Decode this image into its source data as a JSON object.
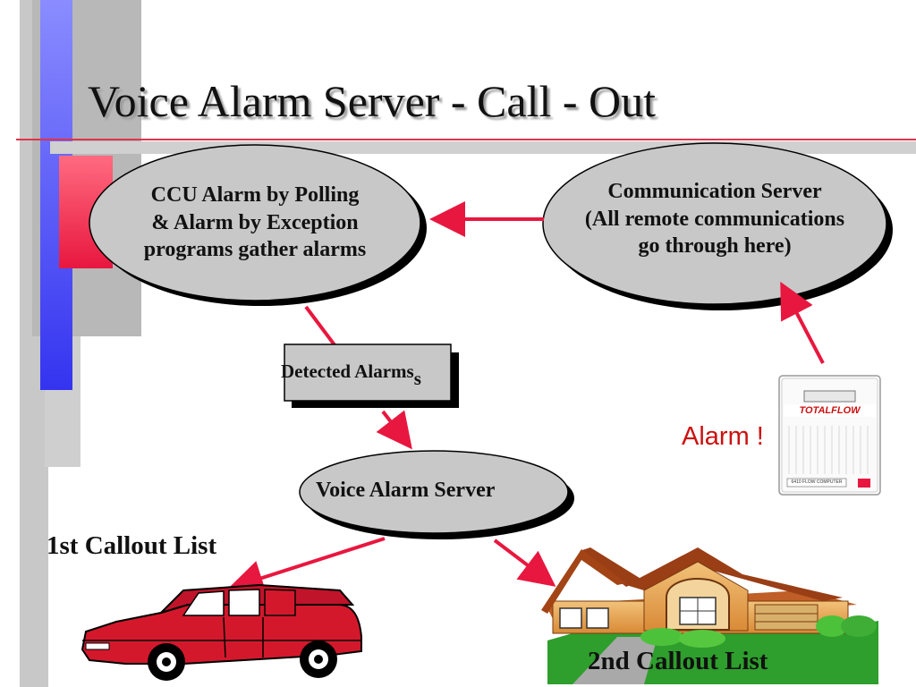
{
  "slide": {
    "title": "Voice Alarm Server - Call - Out"
  },
  "nodes": {
    "ccu": {
      "line1": "CCU Alarm by Polling",
      "line2": "& Alarm by Exception",
      "line3": "programs gather alarms"
    },
    "comm": {
      "line1": "Communication Server",
      "line2": "(All remote communications",
      "line3": "go through here)"
    },
    "detected": {
      "label": "Detected Alarms",
      "overflow": "s"
    },
    "voice": {
      "label": "Voice Alarm Server"
    }
  },
  "labels": {
    "callout1": "1st Callout List",
    "callout2": "2nd Callout List",
    "alarm": "Alarm !"
  },
  "device": {
    "brand": "TOTALFLOW",
    "model": "6410 FLOW COMPUTER"
  },
  "colors": {
    "arrow": "#e8173f",
    "ellipse_fill": "#c8c8c8",
    "shadow": "#000000",
    "accent_blue": "#3a3af5",
    "accent_red": "#e8173f",
    "van": "#d4182c",
    "house_wall": "#e9a650",
    "roof": "#9a3e16",
    "grass": "#2e9e2c"
  }
}
